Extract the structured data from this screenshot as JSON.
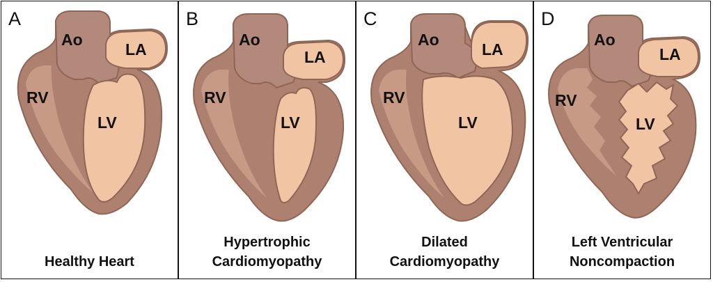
{
  "panels": [
    {
      "letter": "A",
      "caption": [
        "Healthy Heart"
      ],
      "ao": "Ao",
      "la": "LA",
      "rv": "RV",
      "lv": "LV"
    },
    {
      "letter": "B",
      "caption": [
        "Hypertrophic",
        "Cardiomyopathy"
      ],
      "ao": "Ao",
      "la": "LA",
      "rv": "RV",
      "lv": "LV"
    },
    {
      "letter": "C",
      "caption": [
        "Dilated",
        "Cardiomyopathy"
      ],
      "ao": "Ao",
      "la": "LA",
      "rv": "RV",
      "lv": "LV"
    },
    {
      "letter": "D",
      "caption": [
        "Left Ventricular",
        "Noncompaction"
      ],
      "ao": "Ao",
      "la": "LA",
      "rv": "RV",
      "lv": "LV"
    }
  ],
  "colors": {
    "myocardium": "#ae8070",
    "myocardium_dark": "#8f6655",
    "chamber": "#f1c5a3",
    "border": "#111111"
  }
}
